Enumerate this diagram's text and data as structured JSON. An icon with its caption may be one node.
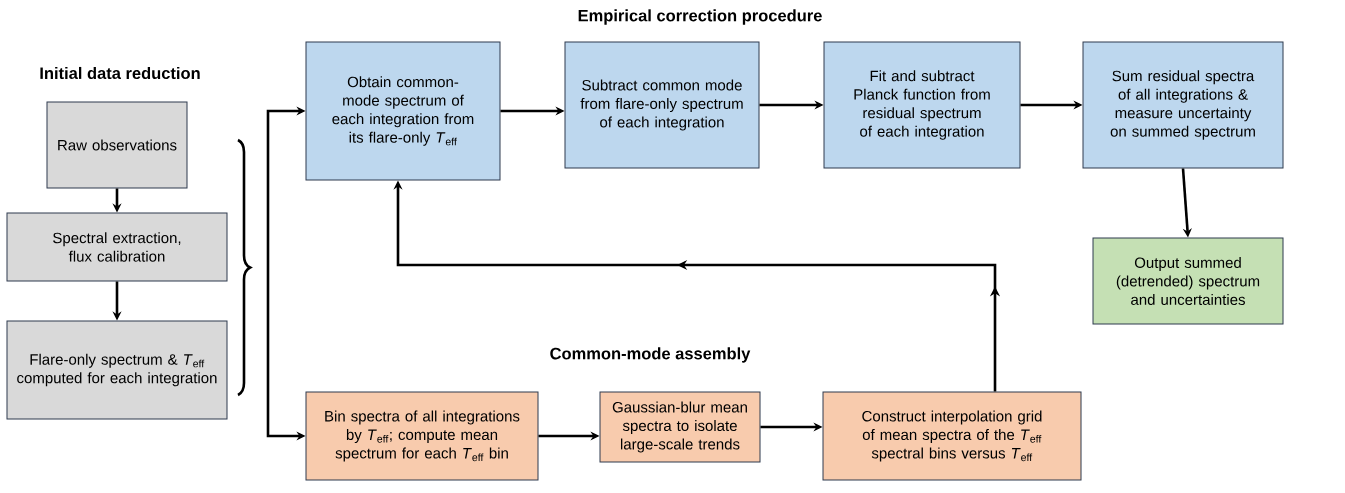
{
  "diagram": {
    "nodes": [
      {
        "text": [
          "Raw observations"
        ]
      },
      {
        "text": [
          "Spectral extraction, flux calibration"
        ]
      },
      {
        "text": [
          "Flare-only spectrum & *T*$_{eff}$ computed for each integration"
        ]
      },
      {
        "text": [
          "Obtain common-mode spectrum of each integration from its flare-only *T*$_{eff}$"
        ]
      },
      {
        "text": [
          "Subtract common mode from flare-only spectrum of each integration"
        ]
      },
      {
        "text": [
          "Fit and subtract Planck function from residual spectrum of each integration"
        ]
      },
      {
        "text": [
          "Sum residual spectra of all integrations & measure uncertainty on summed spectrum"
        ]
      },
      {
        "text": [
          "Output summed (detrended) spectrum and uncertainties"
        ]
      },
      {
        "text": [
          "Bin spectra of all integrations by *T*$_{eff}$; compute mean spectrum for each *T*$_{eff}$ bin"
        ]
      },
      {
        "text": [
          "Gaussian-blur mean spectra to isolate large-scale trends"
        ]
      },
      {
        "text": [
          "Construct interpolation grid of mean spectra of the *T*$_{eff}$ spectral bins versus *T*$_{eff}$"
        ]
      }
    ],
    "edges": [
      {
        "from": 0,
        "to": 1,
        "arrow": "to"
      },
      {
        "from": 1,
        "to": 2,
        "arrow": "to"
      },
      {
        "from": null,
        "to": 3,
        "arrow": "to"
      },
      {
        "from": null,
        "to": 8,
        "arrow": "to"
      },
      {
        "from": 3,
        "to": 4,
        "arrow": "to"
      },
      {
        "from": 4,
        "to": 5,
        "arrow": "to"
      },
      {
        "from": 5,
        "to": 6,
        "arrow": "to"
      },
      {
        "from": 6,
        "to": 7,
        "arrow": "to"
      },
      {
        "from": 8,
        "to": 9,
        "arrow": "to"
      },
      {
        "from": 9,
        "to": 10,
        "arrow": "to"
      },
      {
        "from": 10,
        "to": 3,
        "arrow": "to"
      }
    ],
    "labels": [
      "Empirical correction procedure",
      "Initial data reduction",
      "Common-mode assembly"
    ]
  }
}
